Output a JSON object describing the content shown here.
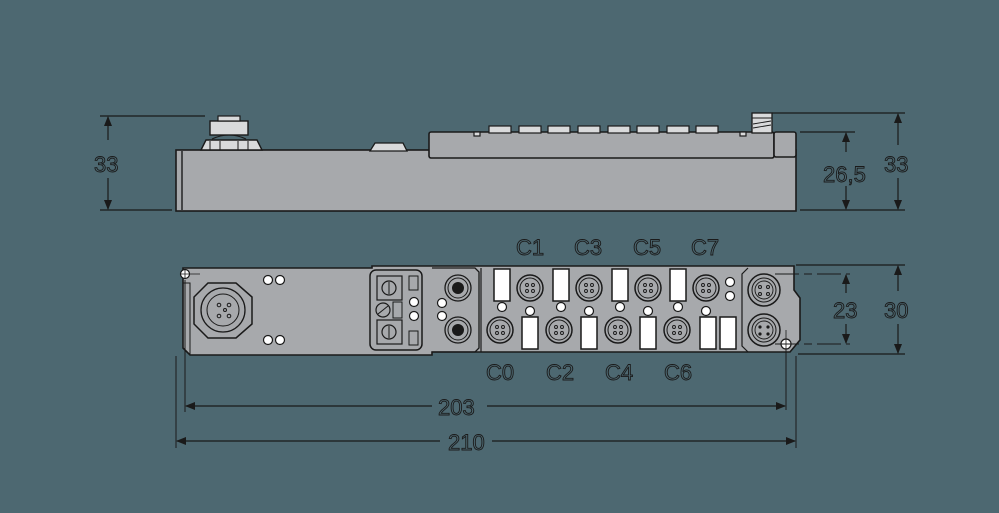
{
  "drawing": {
    "title": "Fieldbus I/O module dimensional drawing",
    "colors": {
      "background": "#4d6871",
      "body": "#a7a9ac",
      "outline": "#1a1a1a",
      "highlight": "#ffffff",
      "connector_light": "#d9dadb"
    },
    "side_view": {
      "dimensions": {
        "left_height": "33",
        "right_body_height": "26,5",
        "right_total_height": "33"
      }
    },
    "top_view": {
      "channel_labels_top": [
        "C1",
        "C3",
        "C5",
        "C7"
      ],
      "channel_labels_bottom": [
        "C0",
        "C2",
        "C4",
        "C6"
      ],
      "dimensions": {
        "connector_spacing": "23",
        "width": "30",
        "mounting_hole_distance": "203",
        "total_length": "210"
      }
    }
  }
}
